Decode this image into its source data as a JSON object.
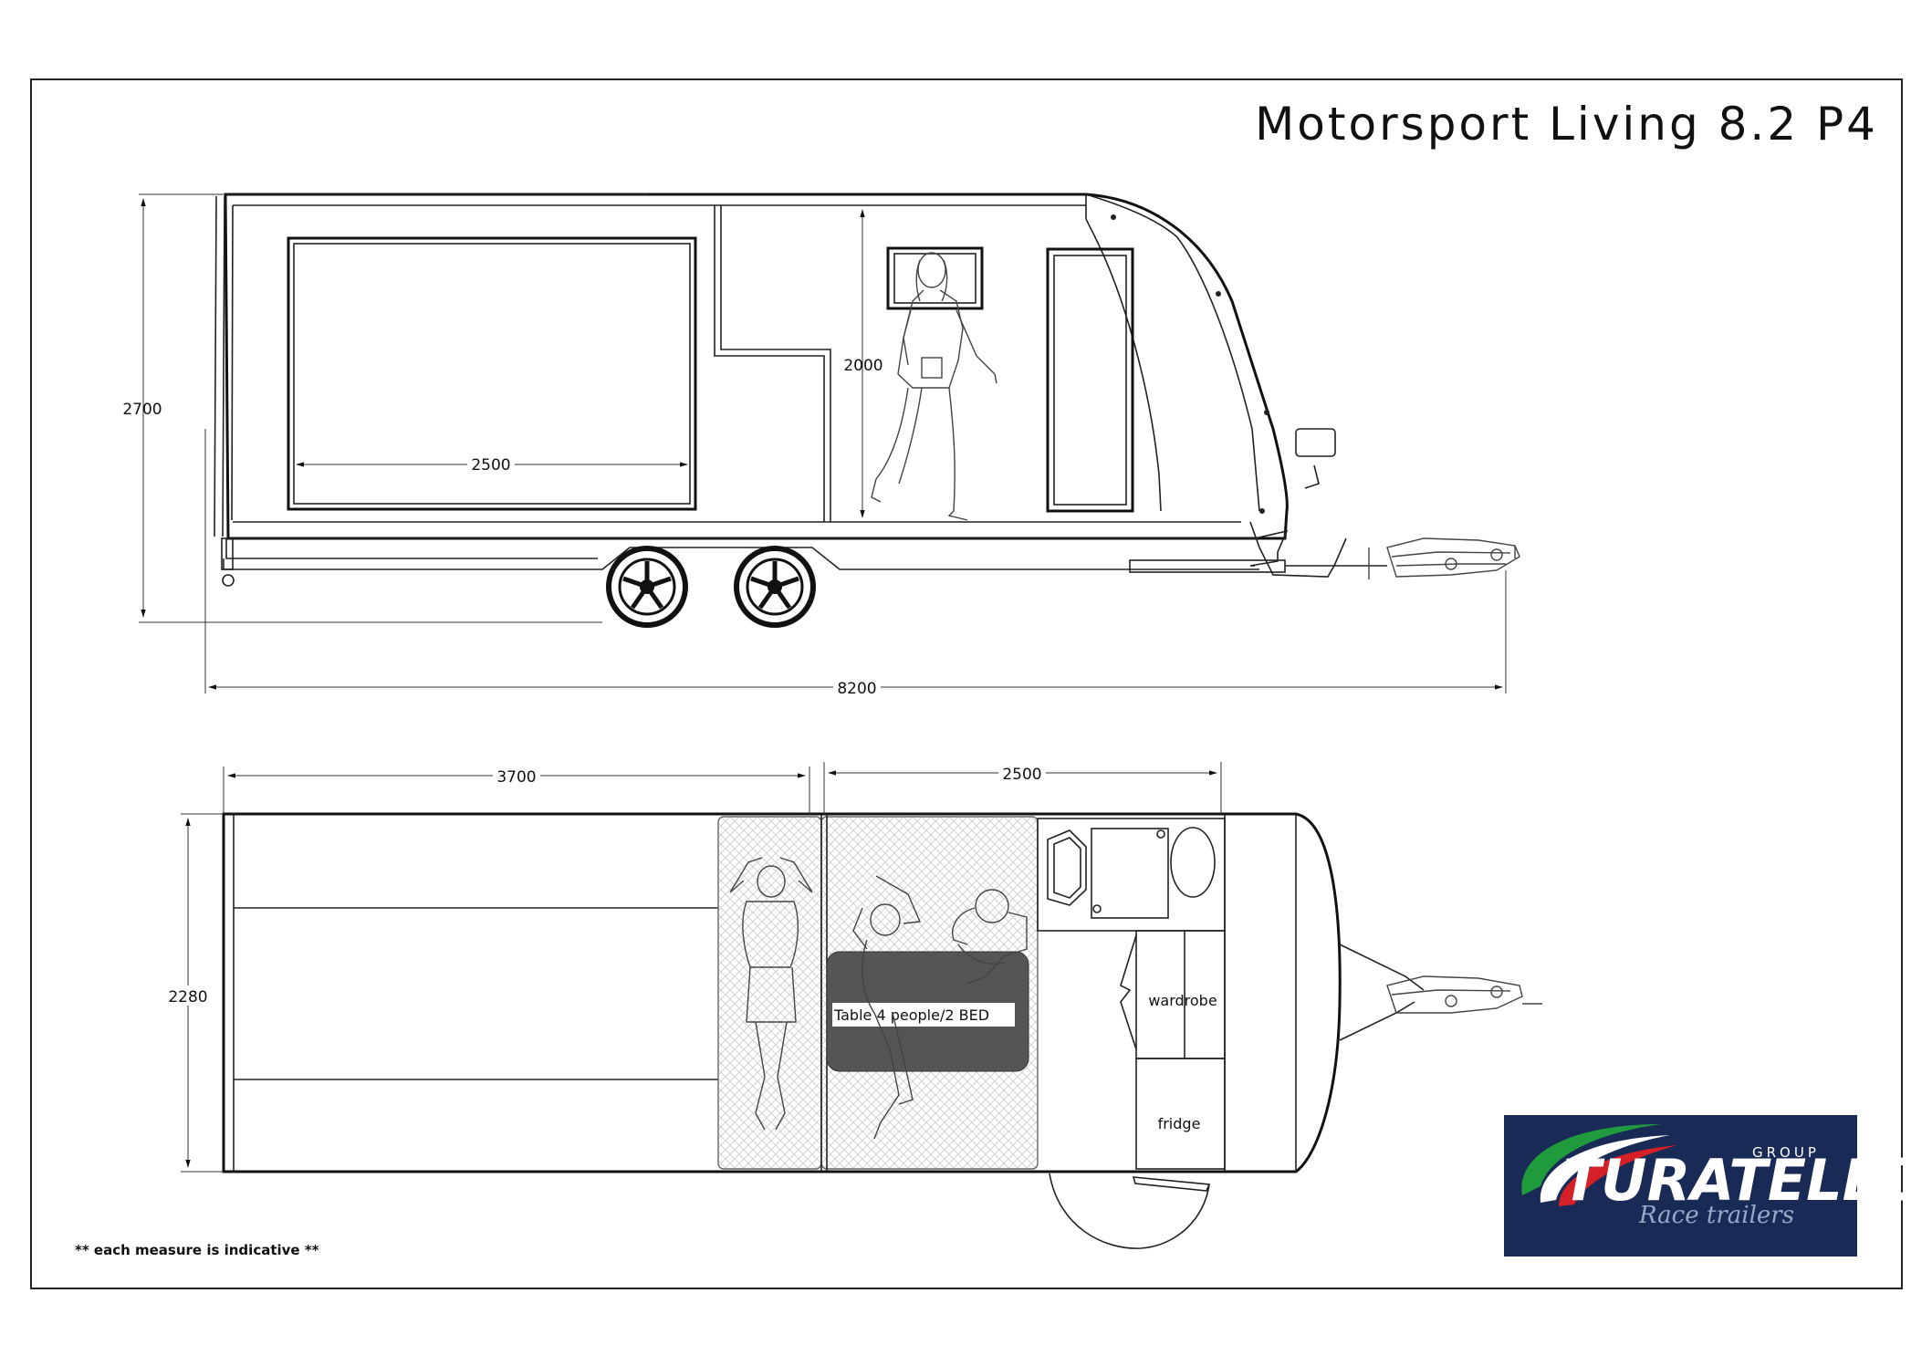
{
  "title": "Motorsport Living 8.2 P4",
  "side_view": {
    "dimensions": {
      "height_total": "2700",
      "interior_height": "2000",
      "window_width": "2500",
      "length_total": "8200"
    }
  },
  "plan_view": {
    "dimensions": {
      "garage_length": "3700",
      "living_length": "2500",
      "width": "2280"
    },
    "labels": {
      "table": "Table 4 people/2 BED",
      "wardrobe": "wardrobe",
      "fridge": "fridge"
    }
  },
  "note": "**  each measure is indicative **",
  "logo": {
    "group": "GROUP",
    "brand": "TURATELLO",
    "tagline": "Race trailers",
    "colors": {
      "background": "#182a55",
      "green": "#1f9a3c",
      "red": "#d42027",
      "white": "#ffffff"
    }
  }
}
